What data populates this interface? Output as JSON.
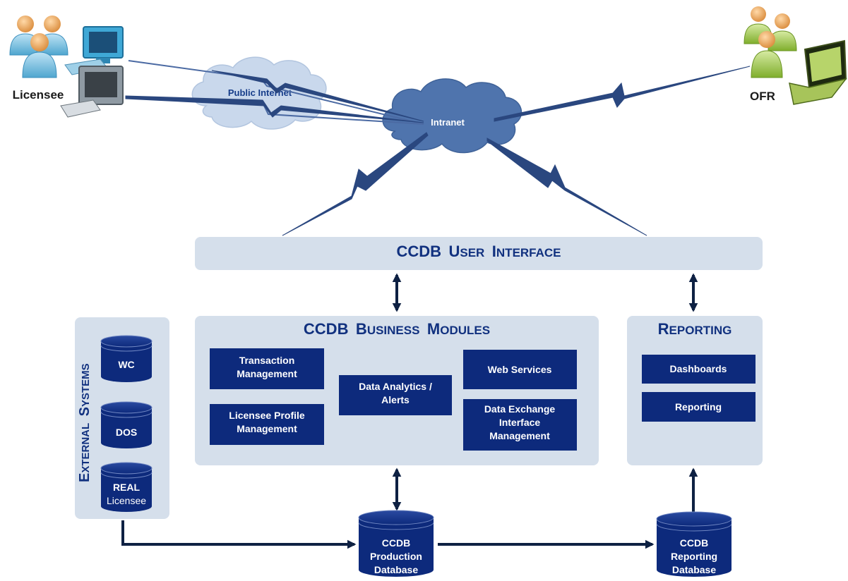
{
  "actors": {
    "licensee": "Licensee",
    "ofr": "OFR"
  },
  "clouds": {
    "public_internet": "Public Internet",
    "intranet": "Intranet"
  },
  "ui_bar": {
    "title_a": "CCDB",
    "title_b_cap": "U",
    "title_b_rest": "SER",
    "title_c_cap": "I",
    "title_c_rest": "NTERFACE"
  },
  "business_modules": {
    "title_a": "CCDB",
    "title_b_cap": "B",
    "title_b_rest": "USINESS",
    "title_c_cap": "M",
    "title_c_rest": "ODULES",
    "transaction_line1": "Transaction",
    "transaction_line2": "Management",
    "licensee_line1": "Licensee Profile",
    "licensee_line2": "Management",
    "analytics_line1": "Data Analytics /",
    "analytics_line2": "Alerts",
    "webservices": "Web Services",
    "exchange_line1": "Data Exchange",
    "exchange_line2": "Interface",
    "exchange_line3": "Management"
  },
  "reporting": {
    "title_cap": "R",
    "title_rest": "EPORTING",
    "dashboards": "Dashboards",
    "reporting_item": "Reporting"
  },
  "external_systems": {
    "title_a_cap": "E",
    "title_a_rest": "XTERNAL",
    "title_b_cap": "S",
    "title_b_rest": "YSTEMS",
    "wc": "WC",
    "dos": "DOS",
    "real_line1": "REAL",
    "real_line2": "Licensee"
  },
  "databases": {
    "production_line1": "CCDB",
    "production_line2": "Production",
    "production_line3": "Database",
    "reporting_line1": "CCDB",
    "reporting_line2": "Reporting",
    "reporting_line3": "Database"
  },
  "colors": {
    "navy": "#0d2a7c",
    "panel": "#d5dfeb",
    "cloud_dark": "#4f74ad",
    "cloud_light": "#c6d6ea",
    "arrow": "#0e2143",
    "title_blue": "#11317f"
  }
}
